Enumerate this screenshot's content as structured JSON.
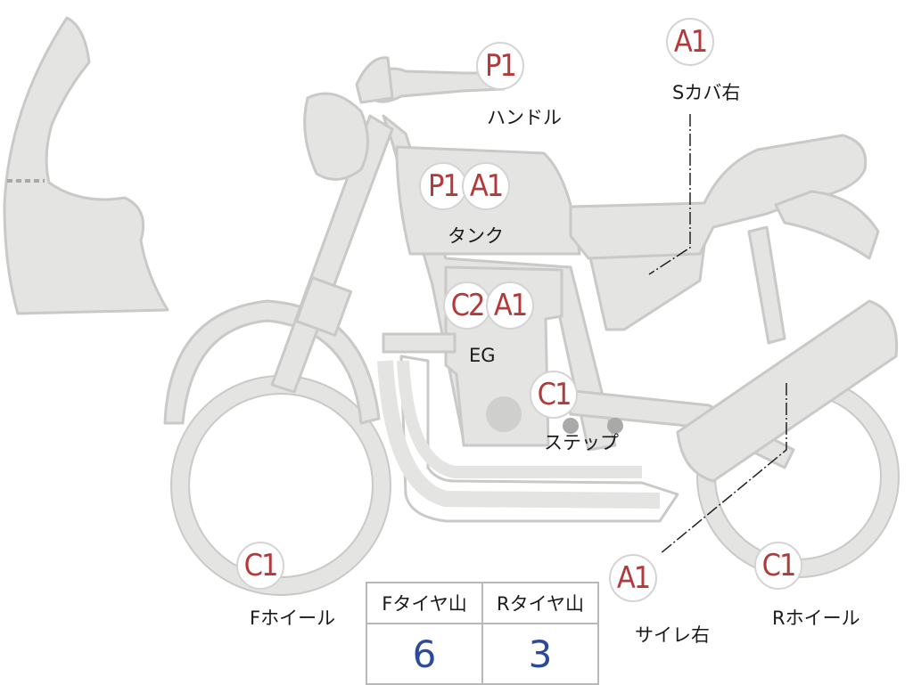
{
  "badges": {
    "handle": [
      "P1"
    ],
    "scover": [
      "A1"
    ],
    "tank": [
      "P1",
      "A1"
    ],
    "eg": [
      "C2",
      "A1"
    ],
    "step": [
      "C1"
    ],
    "fwheel": [
      "C1"
    ],
    "muffler": [
      "A1"
    ],
    "rwheel": [
      "C1"
    ]
  },
  "labels": {
    "handle": "ハンドル",
    "scover": "Sカバ右",
    "tank": "タンク",
    "eg": "EG",
    "step": "ステップ",
    "fwheel": "Fホイール",
    "muffler": "サイレ右",
    "rwheel": "Rホイール"
  },
  "tire_table": {
    "headers": [
      "Fタイヤ山",
      "Rタイヤ山"
    ],
    "values": [
      "6",
      "3"
    ]
  },
  "colors": {
    "part_fill": "#e4e4e2",
    "part_stroke": "#c9c9c7",
    "badge_text": "#b23a3a",
    "value_text": "#2c4a9a"
  }
}
